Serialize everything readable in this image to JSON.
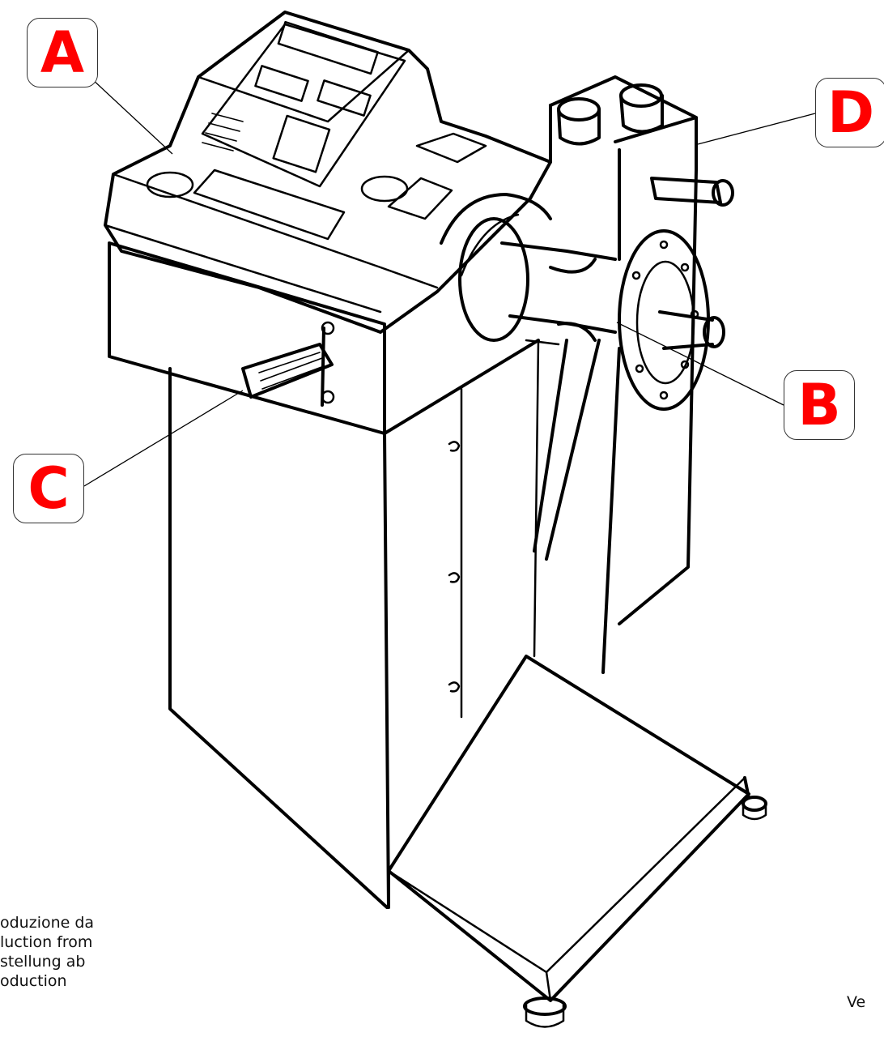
{
  "callouts": {
    "a": "A",
    "b": "B",
    "c": "C",
    "d": "D"
  },
  "production_note": [
    "oduzione da",
    "luction from",
    "stellung ab",
    "oduction"
  ],
  "footer_text": "Ve",
  "colors": {
    "callout_letter": "#ff0000",
    "line_art": "#000000",
    "background": "#ffffff"
  }
}
